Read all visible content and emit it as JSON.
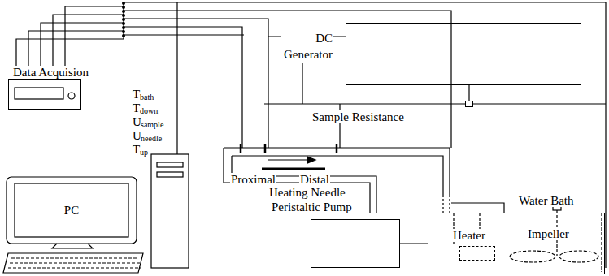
{
  "diagram": {
    "nodes": [
      {
        "text": [
          "PC"
        ]
      },
      {
        "text": [
          "Data Acquision"
        ]
      },
      {
        "text": [
          "DC Generator"
        ]
      },
      {
        "text": [
          "Sample Resistance"
        ]
      },
      {
        "text": [
          "Peristaltic Pump"
        ]
      },
      {
        "text": [
          "Water Bath"
        ]
      },
      {
        "text": [
          "Heater"
        ],
        "in": 5
      }
    ],
    "edges": [
      {
        "from": 2,
        "to": 3,
        "arrow": "none"
      },
      {
        "from": 4,
        "to": 5,
        "arrow": "none"
      }
    ],
    "labels": [
      "T",
      "bath",
      "T",
      "down",
      "U",
      "sample",
      "U",
      "needle",
      "T",
      "up",
      "Proximal",
      "Distal",
      "Heating Needle",
      "Impeller"
    ]
  }
}
